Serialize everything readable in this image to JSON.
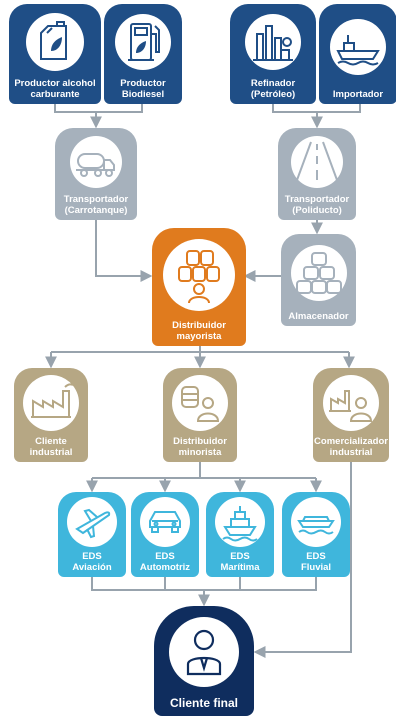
{
  "colors": {
    "navy": "#1f4e86",
    "grey": "#a6b1bc",
    "orange": "#e07b1e",
    "olive": "#b6a784",
    "sky": "#3fb6dc",
    "final": "#0f2d5e",
    "line": "#98a3ad"
  },
  "nodes": {
    "productor_alcohol": {
      "line1": "Productor alcohol",
      "line2": "carburante",
      "icon": "jerrycan-leaf-icon"
    },
    "productor_biodiesel": {
      "line1": "Productor",
      "line2": "Biodiesel",
      "icon": "fuel-pump-leaf-icon"
    },
    "refinador": {
      "line1": "Refinador",
      "line2": "(Petróleo)",
      "icon": "refinery-icon"
    },
    "importador": {
      "line1": "Importador",
      "line2": "",
      "icon": "ship-icon"
    },
    "transportador_carrotanque": {
      "line1": "Transportador",
      "line2": "(Carrotanque)",
      "icon": "tanker-truck-icon"
    },
    "transportador_poliducto": {
      "line1": "Transportador",
      "line2": "(Poliducto)",
      "icon": "pipeline-road-icon"
    },
    "distribuidor_mayorista": {
      "line1": "Distribuidor",
      "line2": "mayorista",
      "icon": "barrels-person-icon"
    },
    "almacenador": {
      "line1": "Almacenador",
      "line2": "",
      "icon": "barrels-stack-icon"
    },
    "cliente_industrial": {
      "line1": "Cliente",
      "line2": "industrial",
      "icon": "factory-icon"
    },
    "distribuidor_minorista": {
      "line1": "Distribuidor",
      "line2": "minorista",
      "icon": "barrel-person-icon"
    },
    "comercializador_industrial": {
      "line1": "Comercializador",
      "line2": "industrial",
      "icon": "factory-person-icon"
    },
    "eds_aviacion": {
      "line1": "EDS",
      "line2": "Aviación",
      "icon": "airplane-icon"
    },
    "eds_automotriz": {
      "line1": "EDS",
      "line2": "Automotriz",
      "icon": "car-icon"
    },
    "eds_maritima": {
      "line1": "EDS",
      "line2": "Marítima",
      "icon": "boat-icon"
    },
    "eds_fluvial": {
      "line1": "EDS",
      "line2": "Fluvial",
      "icon": "riverboat-icon"
    },
    "cliente_final": {
      "line1": "Cliente final",
      "line2": "",
      "icon": "person-tie-icon"
    }
  }
}
